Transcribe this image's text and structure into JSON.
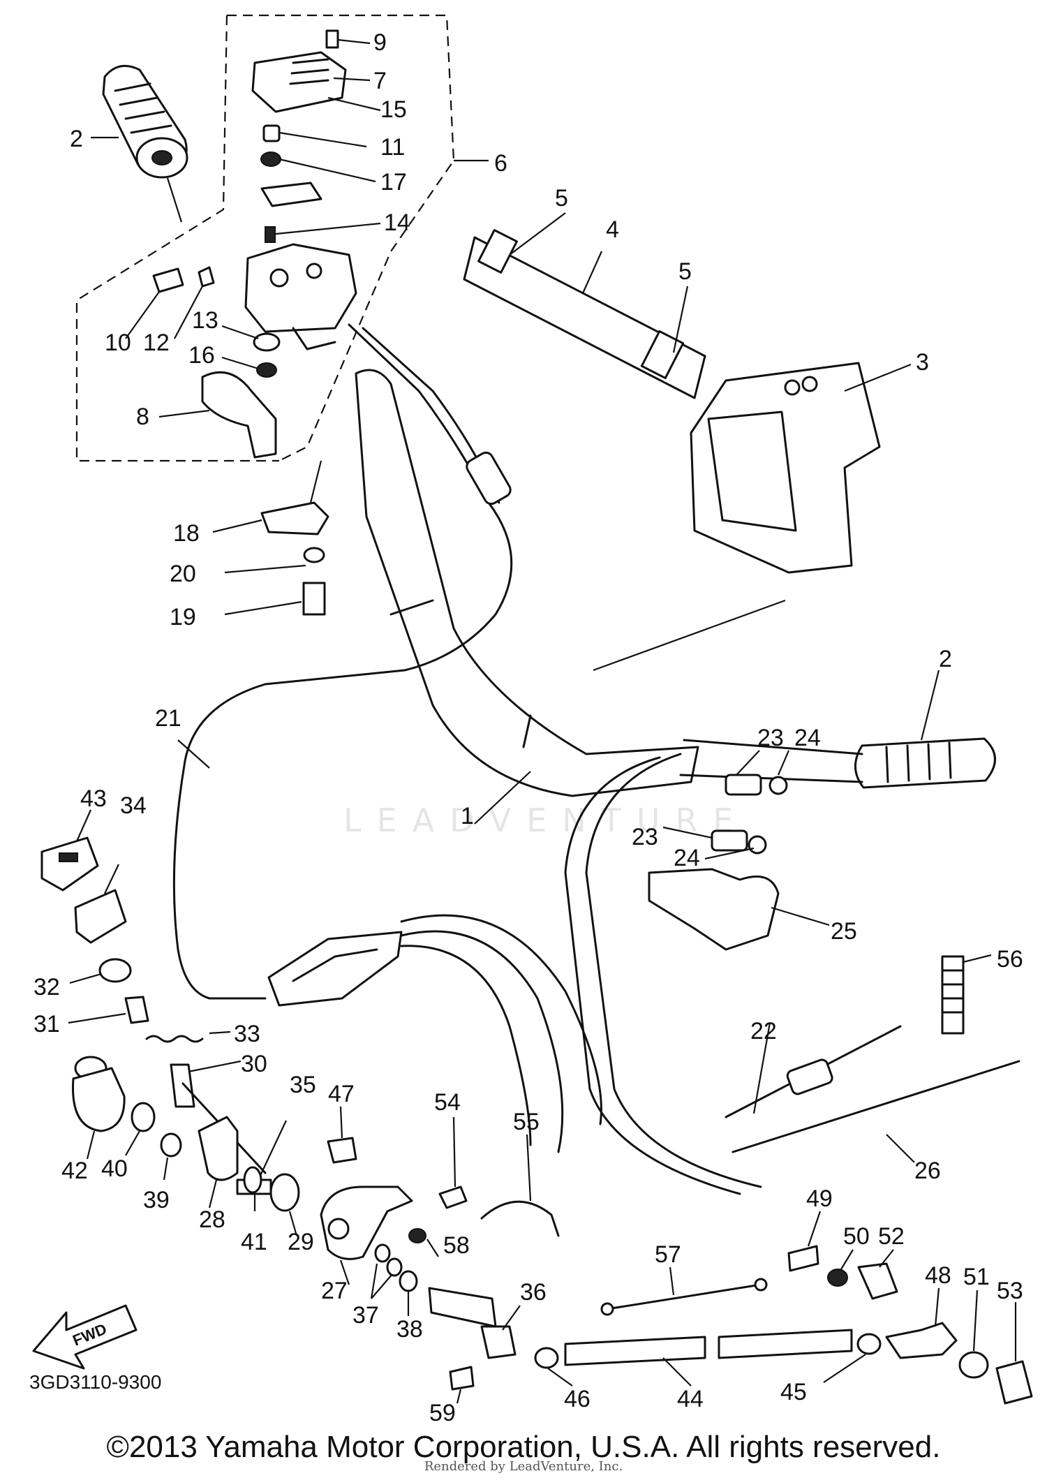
{
  "part_number": "3GD3110-9300",
  "copyright": "©2013 Yamaha Motor Corporation, U.S.A. All rights reserved.",
  "rendered_by": "Rendered by LeadVenture, Inc.",
  "watermark": "LEADVENTURE",
  "fwd_label": "FWD",
  "callouts": [
    {
      "id": "c1",
      "text": "1"
    },
    {
      "id": "c2a",
      "text": "2"
    },
    {
      "id": "c2b",
      "text": "2"
    },
    {
      "id": "c3",
      "text": "3"
    },
    {
      "id": "c4",
      "text": "4"
    },
    {
      "id": "c5a",
      "text": "5"
    },
    {
      "id": "c5b",
      "text": "5"
    },
    {
      "id": "c6",
      "text": "6"
    },
    {
      "id": "c7",
      "text": "7"
    },
    {
      "id": "c8",
      "text": "8"
    },
    {
      "id": "c9",
      "text": "9"
    },
    {
      "id": "c10",
      "text": "10"
    },
    {
      "id": "c11",
      "text": "11"
    },
    {
      "id": "c12",
      "text": "12"
    },
    {
      "id": "c13",
      "text": "13"
    },
    {
      "id": "c14",
      "text": "14"
    },
    {
      "id": "c15",
      "text": "15"
    },
    {
      "id": "c16",
      "text": "16"
    },
    {
      "id": "c17",
      "text": "17"
    },
    {
      "id": "c18",
      "text": "18"
    },
    {
      "id": "c19",
      "text": "19"
    },
    {
      "id": "c20",
      "text": "20"
    },
    {
      "id": "c21",
      "text": "21"
    },
    {
      "id": "c22",
      "text": "22"
    },
    {
      "id": "c23a",
      "text": "23"
    },
    {
      "id": "c23b",
      "text": "23"
    },
    {
      "id": "c24a",
      "text": "24"
    },
    {
      "id": "c24b",
      "text": "24"
    },
    {
      "id": "c25",
      "text": "25"
    },
    {
      "id": "c26",
      "text": "26"
    },
    {
      "id": "c27",
      "text": "27"
    },
    {
      "id": "c28",
      "text": "28"
    },
    {
      "id": "c29",
      "text": "29"
    },
    {
      "id": "c30",
      "text": "30"
    },
    {
      "id": "c31",
      "text": "31"
    },
    {
      "id": "c32",
      "text": "32"
    },
    {
      "id": "c33",
      "text": "33"
    },
    {
      "id": "c34",
      "text": "34"
    },
    {
      "id": "c35",
      "text": "35"
    },
    {
      "id": "c36",
      "text": "36"
    },
    {
      "id": "c37",
      "text": "37"
    },
    {
      "id": "c38",
      "text": "38"
    },
    {
      "id": "c39",
      "text": "39"
    },
    {
      "id": "c40",
      "text": "40"
    },
    {
      "id": "c41",
      "text": "41"
    },
    {
      "id": "c42",
      "text": "42"
    },
    {
      "id": "c43",
      "text": "43"
    },
    {
      "id": "c44",
      "text": "44"
    },
    {
      "id": "c45",
      "text": "45"
    },
    {
      "id": "c46",
      "text": "46"
    },
    {
      "id": "c47",
      "text": "47"
    },
    {
      "id": "c48",
      "text": "48"
    },
    {
      "id": "c49",
      "text": "49"
    },
    {
      "id": "c50",
      "text": "50"
    },
    {
      "id": "c51",
      "text": "51"
    },
    {
      "id": "c52",
      "text": "52"
    },
    {
      "id": "c53",
      "text": "53"
    },
    {
      "id": "c54",
      "text": "54"
    },
    {
      "id": "c55",
      "text": "55"
    },
    {
      "id": "c56",
      "text": "56"
    },
    {
      "id": "c57",
      "text": "57"
    },
    {
      "id": "c58",
      "text": "58"
    },
    {
      "id": "c59",
      "text": "59"
    }
  ]
}
